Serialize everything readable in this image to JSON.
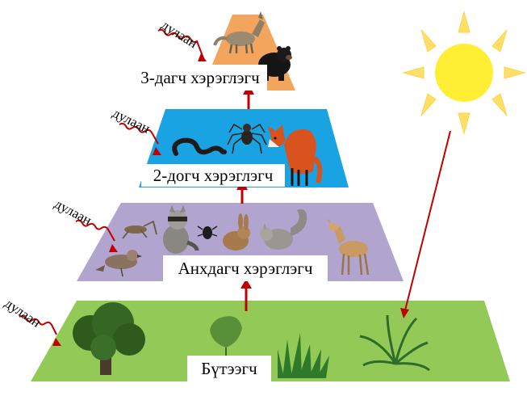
{
  "levels": {
    "tertiary": "3-дагч хэрэглэгч",
    "secondary": "2-догч хэрэглэгч",
    "primary": "Анхдагч хэрэглэгч",
    "producer": "Бүтээгч"
  },
  "heat_labels": [
    "дулаан",
    "дулаан",
    "дулаан",
    "дулаан"
  ],
  "colors": {
    "tertiary": "#f3a55d",
    "secondary": "#1aa3e3",
    "primary": "#b1a4cf",
    "producer": "#93c957",
    "arrow": "#c00000",
    "sun": "#ffee33",
    "sun_rays": "#ffe066"
  },
  "icons": [
    "coyote-icon",
    "bear-icon",
    "snake-icon",
    "spider-icon",
    "fox-icon",
    "grasshopper-icon",
    "raccoon-icon",
    "beetle-icon",
    "rabbit-icon",
    "squirrel-icon",
    "deer-icon",
    "sparrow-icon",
    "tree-icon",
    "leaf-icon",
    "grass-icon",
    "fern-icon",
    "sun-icon"
  ]
}
